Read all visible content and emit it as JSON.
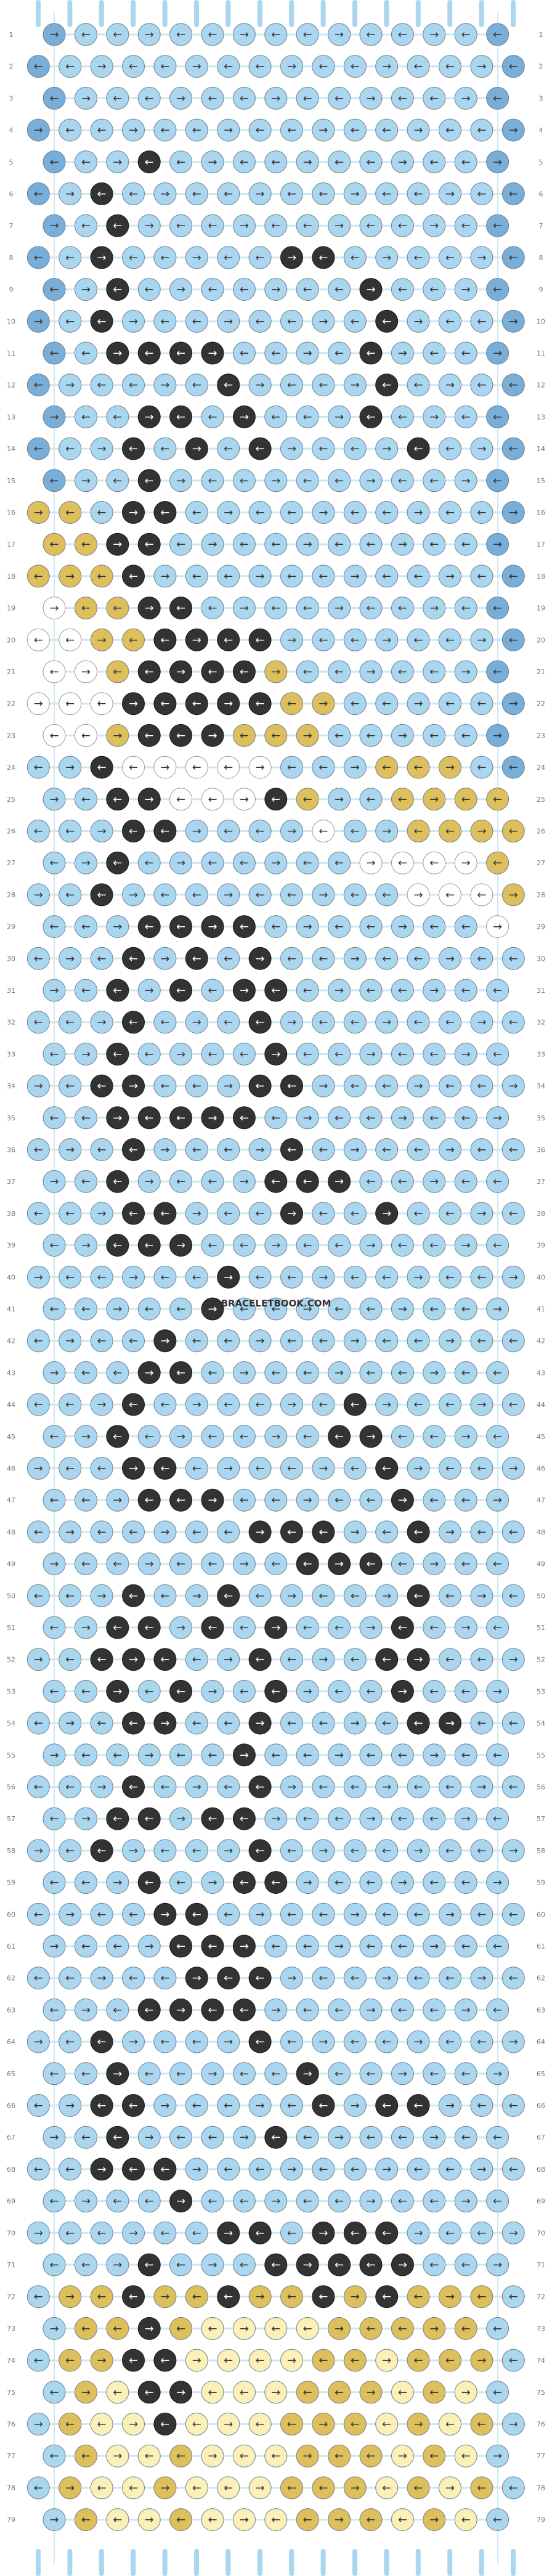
{
  "watermark": "BRACELETBOOK.COM",
  "palette": {
    "L": "#aad6ef",
    "D": "#79aed8",
    "K": "#333333",
    "W": "#ffffff",
    "G": "#ddbf5c",
    "C": "#faf0b8"
  },
  "row_labels": [
    "1",
    "2",
    "3",
    "4",
    "5",
    "6",
    "7",
    "8",
    "9",
    "10",
    "11",
    "12",
    "13",
    "14",
    "15",
    "16",
    "17",
    "18",
    "19",
    "20",
    "21",
    "22",
    "23",
    "24",
    "25",
    "26",
    "27",
    "28",
    "29",
    "30",
    "31",
    "32",
    "33",
    "34",
    "35",
    "36",
    "37",
    "38",
    "39",
    "40",
    "41",
    "42",
    "43",
    "44",
    "45",
    "46",
    "47",
    "48",
    "49",
    "50",
    "51",
    "52",
    "53",
    "54",
    "55",
    "56",
    "57",
    "58",
    "59",
    "60",
    "61",
    "62",
    "63",
    "64",
    "65",
    "66",
    "67",
    "68",
    "69",
    "70",
    "71",
    "72",
    "73",
    "74",
    "75",
    "76",
    "77",
    "78",
    "79"
  ],
  "knot_rows": [
    "DLLLLLLLLLLLLLD",
    "DLLLLLLLLLLLLLLD",
    "DLLLLLLLLLLLLLD",
    "DLLLLLLLLLLLLLLD",
    "DLLKLLLLLLLLLLD",
    "DLKLLLLLLLLLLLLD",
    "DLKLLLLLLLLLLLD",
    "DLKLLLLLKKLLLLLD",
    "DLKLLLLLLLKLLLD",
    "DLKLLLLLLLLKLLLD",
    "DLKKKKLLLLKLLLD",
    "DLLLLLKLLLLKLLLD",
    "DLLKKLKLLLKLLLD",
    "DLLKLKLKLLLLKLLD",
    "DLLKLLLLLLLLLLD",
    "GGLKKLLLLLLLLLLD",
    "GGKKLLLLLLLLLLD",
    "GGGKLLLLLLLLLLLD",
    "WGGKKLLLLLLLLLD",
    "WWGGKKKKLLLLLLLD",
    "WWGKKKKGLLLLLLD",
    "WWWKKKKKGGLLLLLD",
    "WWGKKKGGGLLLLLD",
    "LLKWWWWWLLLGGGLD",
    "LLKKWWWKGLLGGGG",
    "LLLKKLLLLWLLGGGG",
    "LLKLLLLLLLWWWWG",
    "LLKLLLLLLLLLWWWG",
    "LLLKKKKLLLLLLLW",
    "LLLKLKLKLLLLLLLL",
    "LLKLKLKKLLLLLLL",
    "LLLKLLLKLLLLLLLL",
    "LLKLLLLKLLLLLLL",
    "LLKKLLLKKLLLLLLL",
    "LLKKKKKLLLLLLLL",
    "LLLKLLLLKLLLLLLL",
    "LLKLLLLKKKLLLLL",
    "LLLKKLLLKLLKLLLL",
    "LLKKKLLLLLLLLLL",
    "LLLLLLKLLLLLLLLL",
    "LLLLLKLLLLLLLLL",
    "LLLLKLLLLLLLLLLL",
    "LLLKKLLLLLLLLLL",
    "LLLKLLLLLLKLLLLL",
    "LLKLLLLLLKKLLLL",
    "LLLKKLLLLLLKLLLL",
    "LLLKKKLLLLLKLLL",
    "LLLLLLLKKKLLKLLL",
    "LLLLLLLLKKKLLLL",
    "LLLKLLKLLLLLKLLL",
    "LLKKLKLKLLLKLLL",
    "LLKKKLLKLLLKKLLL",
    "LLKLKLLKLLLKLLL",
    "LLLKKLLKLLLLKKLL",
    "LLLLLLKLLLLLLLL",
    "LLLKLLLKLLLLLLLL",
    "LLKKLKKLLLLLLLL",
    "LLKLLLLKLLLLLLLL",
    "LLLKLLKKLLLLLLL",
    "LLLLKKLLLLLLLLLL",
    "LLLLKKKLLLLLLLL",
    "LLLLLKKKLLLLLLLL",
    "LLLKKKKLLLLLLLL",
    "LLKLLLLKLLLLLLLL",
    "LLKLLLLLKLLLLLL",
    "LLKKLLLLLKLKKLLL",
    "LLKLLLLKLLLLLLL",
    "LLKKKLLLLLLLLLLL",
    "LLLLKLLLLLLLLLL",
    "LLLLLLKKLKKKLLLL",
    "LLLKLLLKKKKKLLL",
    "LGGKGGKGGKGKGGGL",
    "LGGKGCCCCGGGGGL",
    "LGGKKCCCCGGCGGGL",
    "LGCKKCCCGGGCGCL",
    "LGCCKCCCGGGCGCGL",
    "LGCCGCCCGGGCGCL",
    "LGCCGCCCGGGCGCGL",
    "LGCCGCCCGGGCGCL"
  ]
}
